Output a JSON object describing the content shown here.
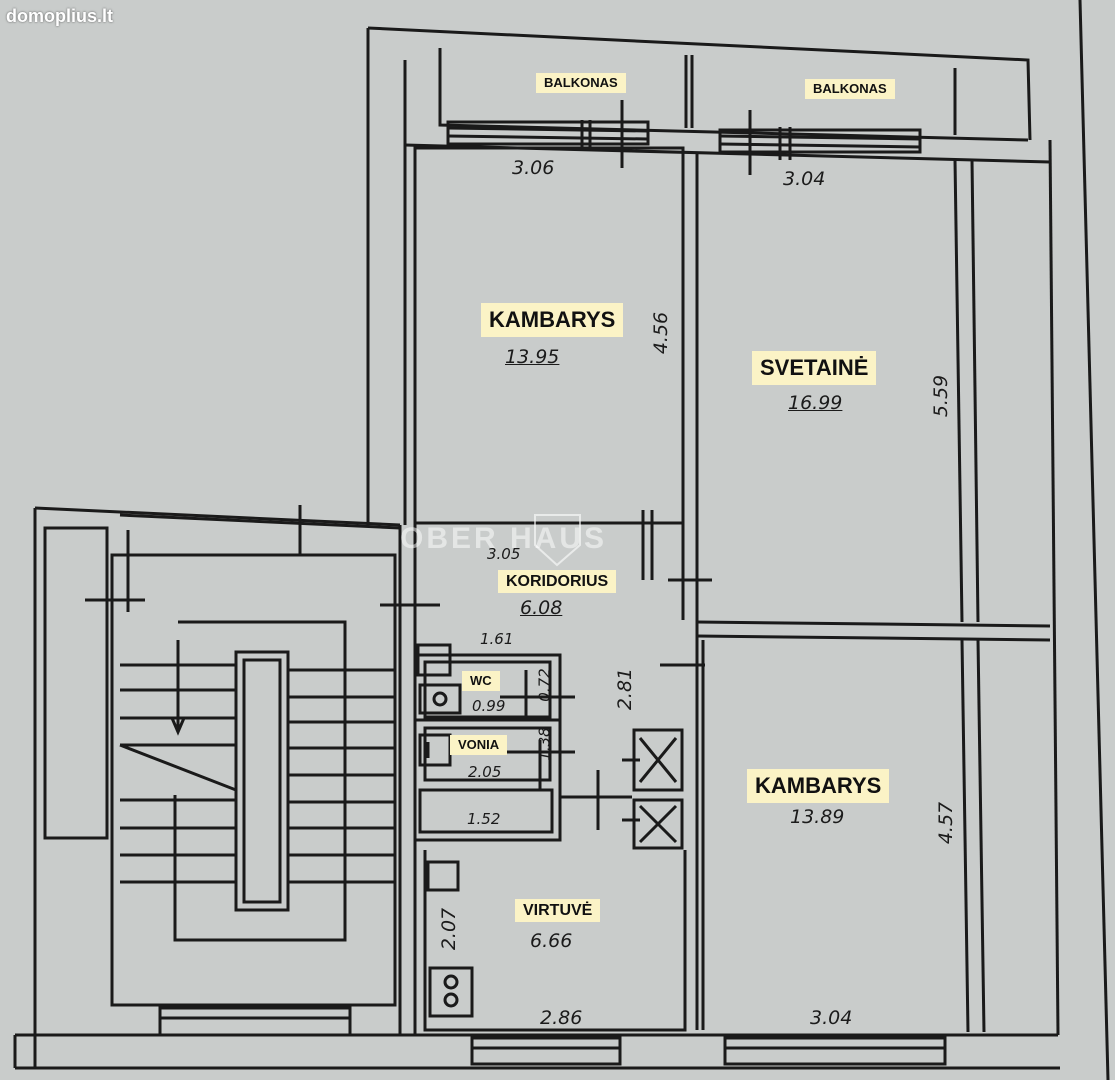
{
  "site_logo": "domoplius.lt",
  "watermark": "OBER HAUS",
  "rooms": {
    "balcony_left": "BALKONAS",
    "balcony_right": "BALKONAS",
    "bedroom_top": "KAMBARYS",
    "bedroom_top_area": "13.95",
    "living_room": "SVETAINĖ",
    "living_room_area": "16.99",
    "corridor": "KORIDORIUS",
    "corridor_area": "6.08",
    "wc": "WC",
    "wc_area": "0.99",
    "bath": "VONIA",
    "bath_area": "2.05",
    "bedroom_bottom": "KAMBARYS",
    "bedroom_bottom_area": "13.89",
    "kitchen": "VIRTUVĖ",
    "kitchen_area": "6.66"
  },
  "dimensions": {
    "bedroom_top_width": "3.06",
    "bedroom_top_depth": "4.56",
    "living_width": "3.04",
    "living_depth": "5.59",
    "corridor_width": "3.05",
    "corridor_depth": "2.81",
    "wc_width": "1.61",
    "wc_depth": "0.72",
    "bath_depth": "1.38",
    "bath_width": "1.52",
    "bedroom_bottom_depth": "4.57",
    "bedroom_bottom_width": "3.04",
    "kitchen_depth": "2.07",
    "kitchen_width": "2.86"
  }
}
